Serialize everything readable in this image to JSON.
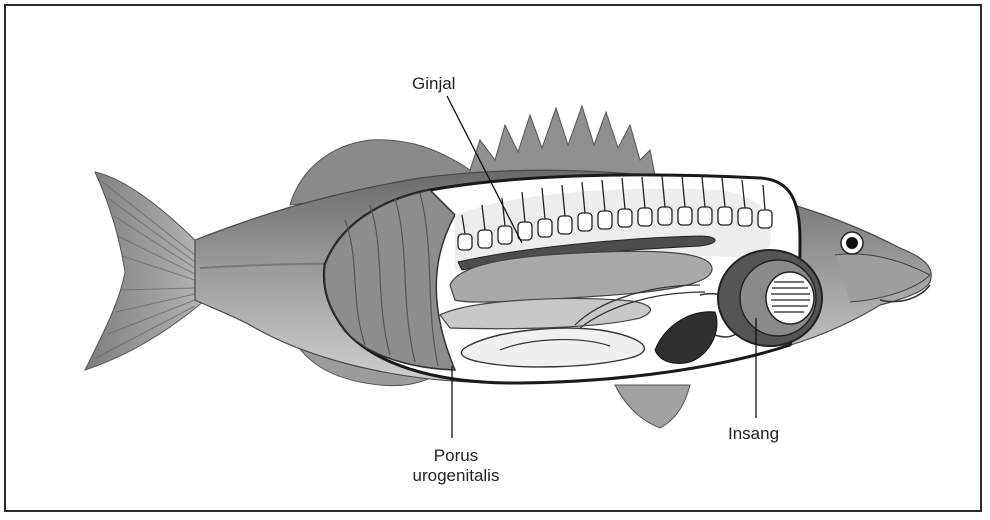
{
  "labels": {
    "ginjal": "Ginjal",
    "insang": "Insang",
    "porus_line1": "Porus",
    "porus_line2": "urogenitalis"
  }
}
